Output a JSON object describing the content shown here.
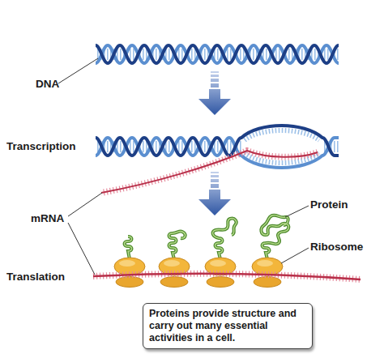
{
  "diagram": {
    "nodes": [
      {
        "text": [
          "Proteins provide structure and carry out many essential activities in a cell."
        ]
      }
    ],
    "labels": [
      "DNA",
      "Transcription",
      "mRNA",
      "Protein",
      "Ribosome",
      "Translation"
    ]
  }
}
